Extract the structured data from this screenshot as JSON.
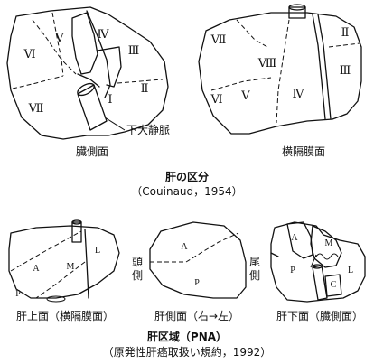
{
  "figure1": {
    "left_view": {
      "segments": [
        "Ⅵ",
        "Ⅴ",
        "Ⅳ",
        "Ⅲ",
        "Ⅶ",
        "Ⅰ",
        "Ⅱ"
      ],
      "ivc_label": "下大静脈",
      "caption": "臓側面"
    },
    "right_view": {
      "segments": [
        "Ⅶ",
        "Ⅷ",
        "Ⅱ",
        "Ⅲ",
        "Ⅵ",
        "Ⅴ",
        "Ⅳ"
      ],
      "caption": "横隔膜面"
    },
    "title": "肝の区分",
    "source": "（Couinaud，1954）"
  },
  "figure2": {
    "top_view": {
      "regions": [
        "A",
        "M",
        "L",
        "P"
      ],
      "caption": "肝上面（横隔膜面）"
    },
    "side_view": {
      "regions": [
        "A",
        "P"
      ],
      "left_side": [
        "頭",
        "側"
      ],
      "right_side": [
        "尾",
        "側"
      ],
      "caption": "肝側面（右→左）"
    },
    "bottom_view": {
      "regions": [
        "A",
        "M",
        "P",
        "L",
        "C"
      ],
      "caption": "肝下面（臓側面）"
    },
    "title": "肝区域（PNA）",
    "source": "（原発性肝癌取扱い規約，1992）"
  }
}
